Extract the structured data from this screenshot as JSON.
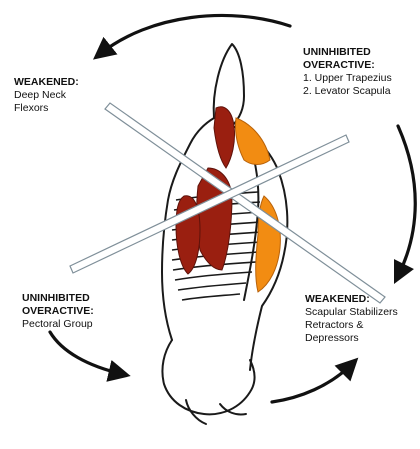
{
  "labels": {
    "top_left": {
      "heading": "WEAKENED:",
      "lines": [
        "Deep Neck",
        "Flexors"
      ]
    },
    "top_right": {
      "heading_lines": [
        "UNINHIBITED",
        "OVERACTIVE:"
      ],
      "lines": [
        "1. Upper Trapezius",
        "2. Levator Scapula"
      ]
    },
    "bottom_left": {
      "heading_lines": [
        "UNINHIBITED",
        "OVERACTIVE:"
      ],
      "lines": [
        "Pectoral Group"
      ]
    },
    "bottom_right": {
      "heading": "WEAKENED:",
      "lines": [
        "Scapular Stabilizers",
        "Retractors &",
        "Depressors"
      ]
    }
  },
  "colors": {
    "overactive_muscle": "#9a1f10",
    "weakened_muscle": "#f28c12",
    "outline": "#1a1a1a",
    "cross_bar": "#ffffff"
  },
  "icons": [
    "curved-arrow-icon"
  ]
}
